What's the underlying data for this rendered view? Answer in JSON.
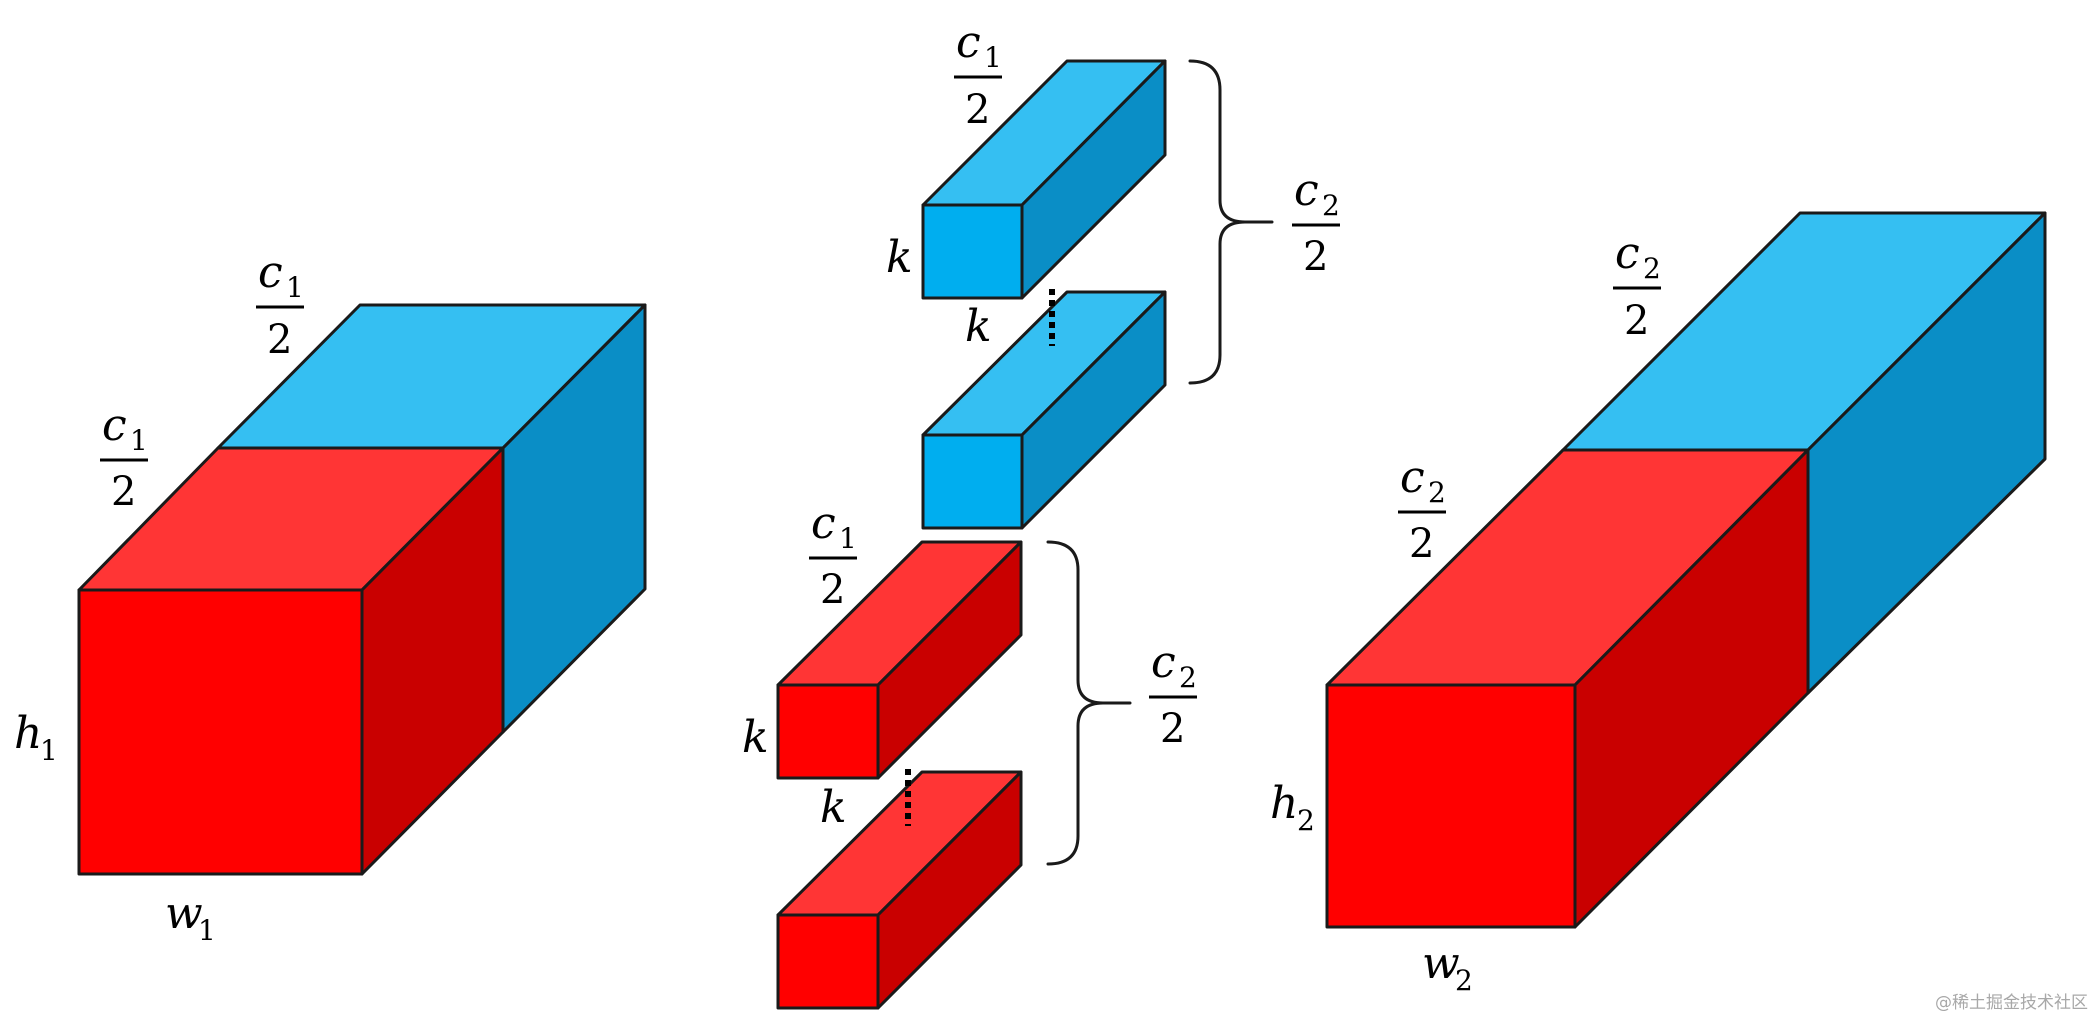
{
  "colors": {
    "red_front": "#ff0000",
    "red_top": "#ff3535",
    "red_side": "#c90000",
    "blue_front": "#00aeef",
    "blue_top": "#35bff2",
    "blue_side": "#0a8ec6"
  },
  "labels": {
    "c1": {
      "main": "c",
      "sub": "1",
      "den": "2"
    },
    "c2": {
      "main": "c",
      "sub": "2",
      "den": "2"
    },
    "k": "k",
    "h1": {
      "main": "h",
      "sub": "1"
    },
    "h2": {
      "main": "h",
      "sub": "2"
    },
    "w1": {
      "main": "w",
      "sub": "1"
    },
    "w2": {
      "main": "w",
      "sub": "2"
    }
  },
  "watermark": "@稀土掘金技术社区"
}
